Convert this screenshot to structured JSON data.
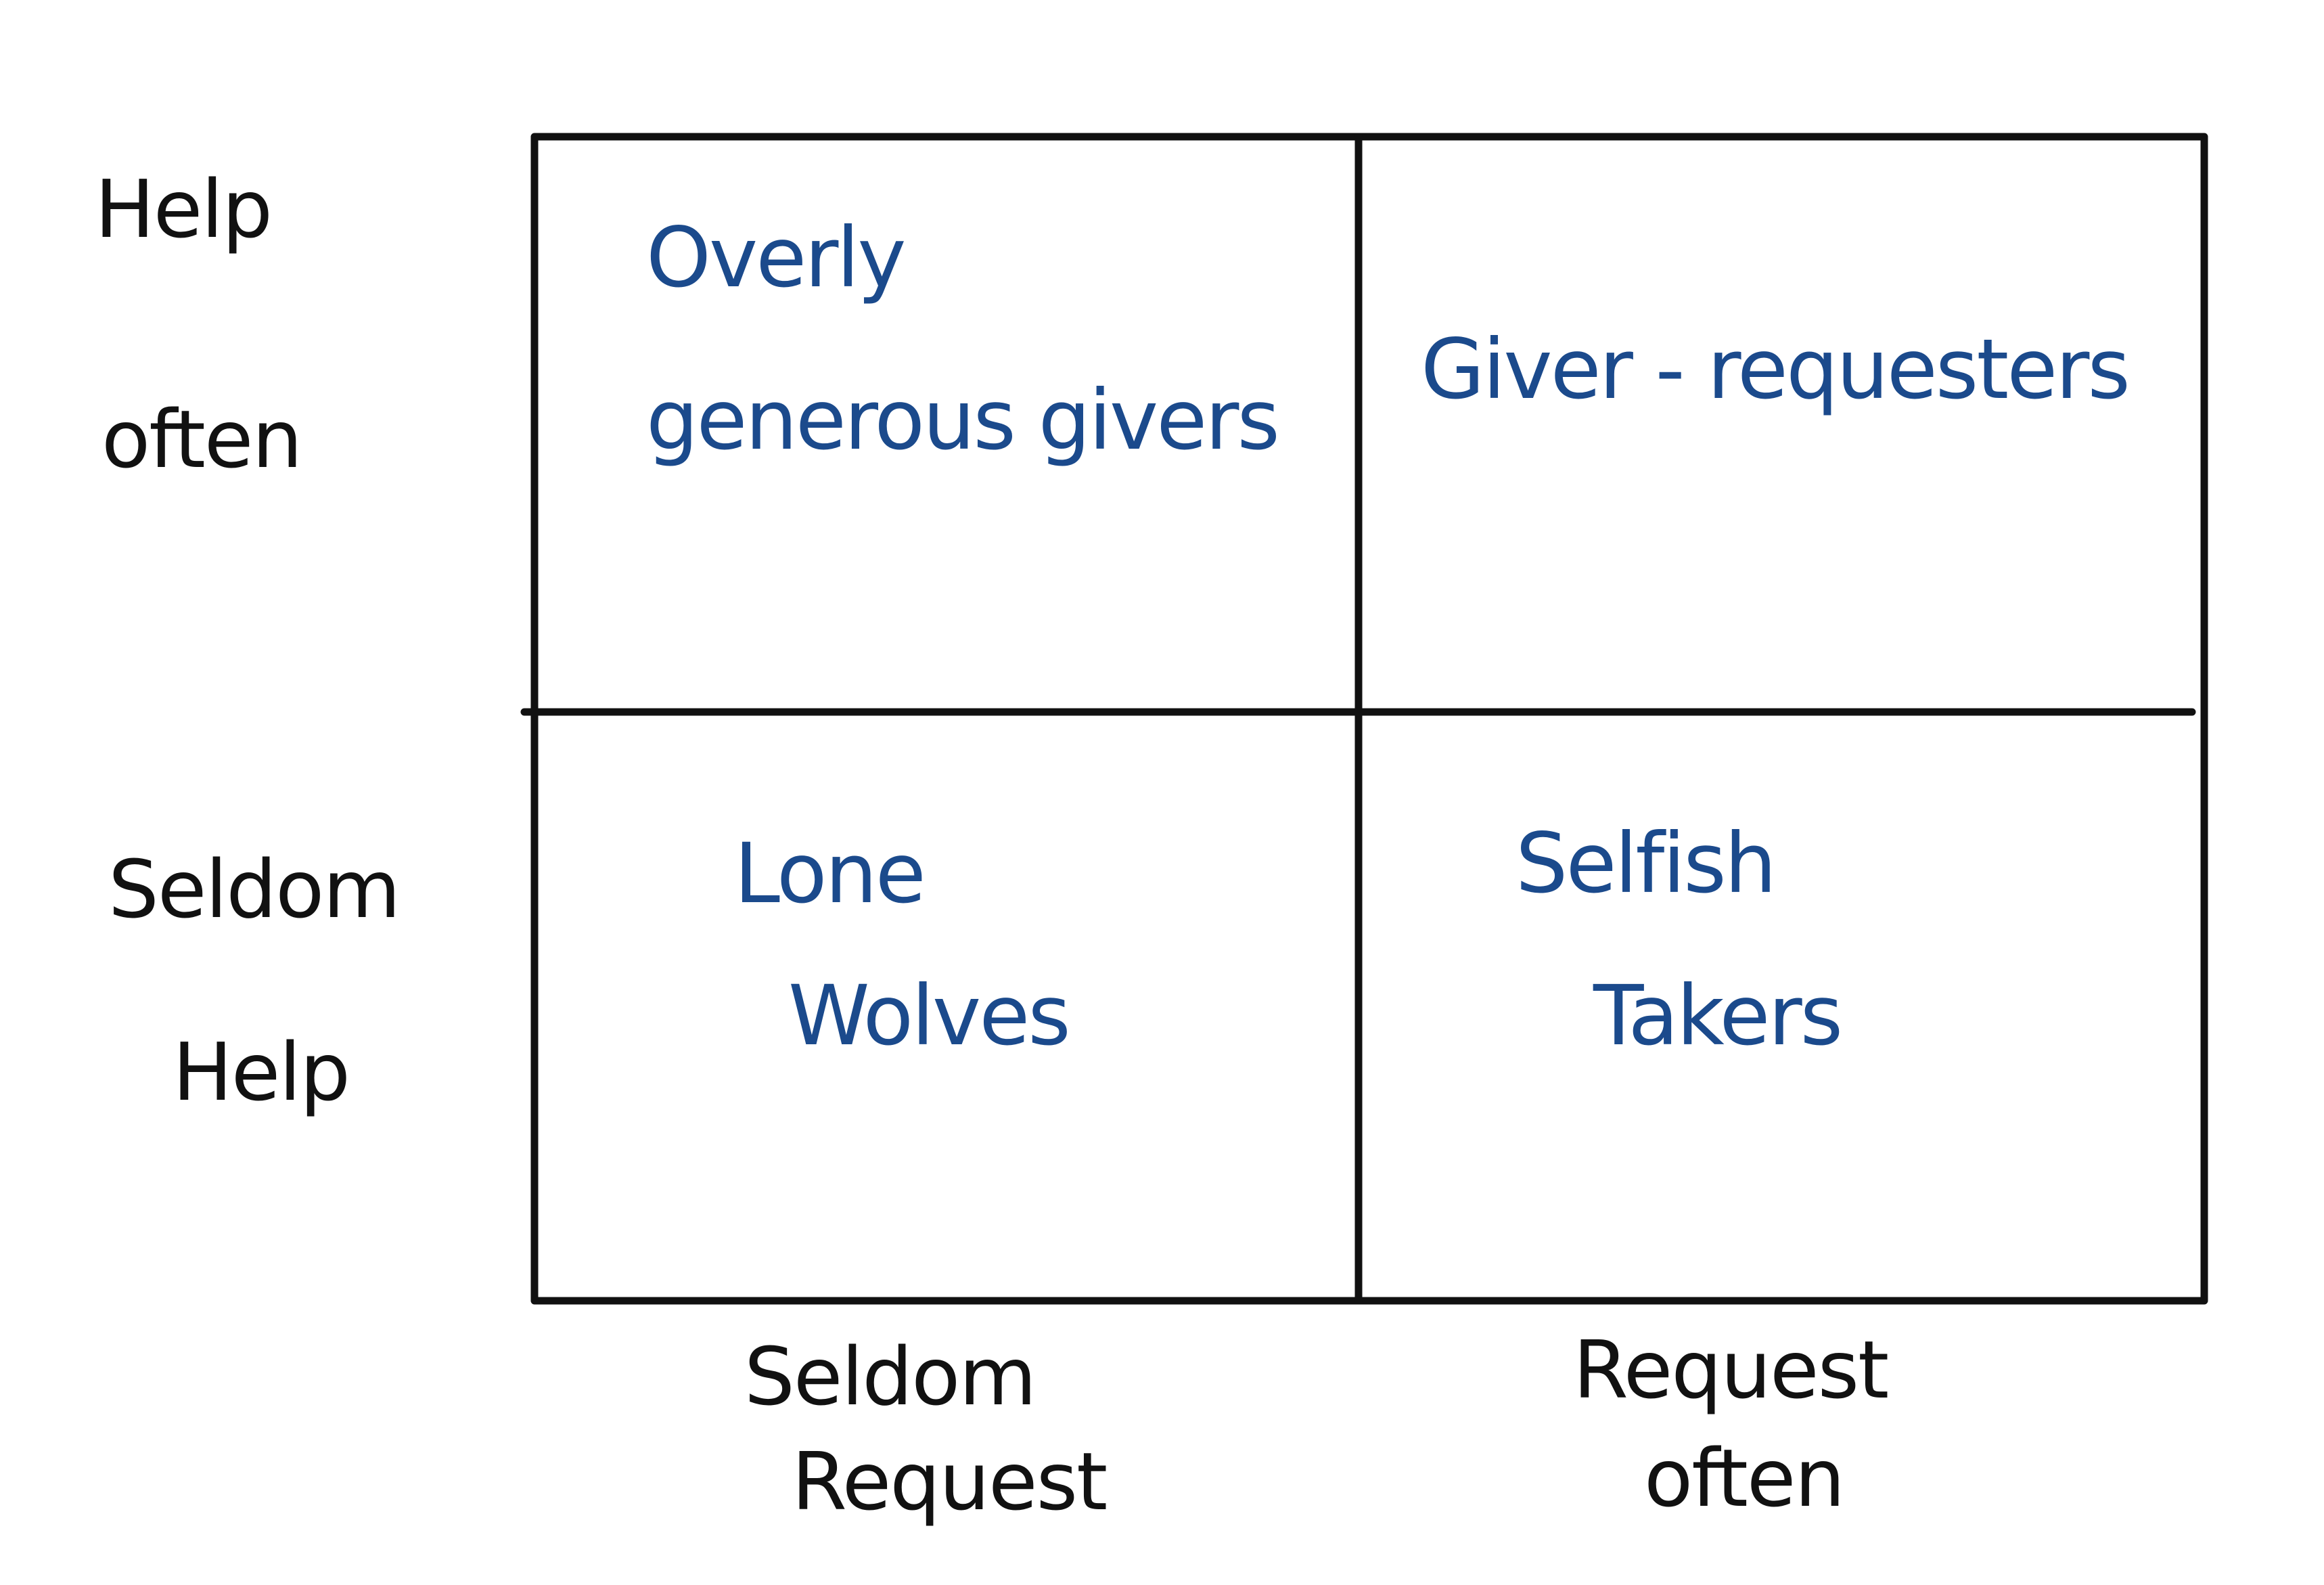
{
  "colors": {
    "ink": "#111111",
    "quadrant_text": "#1b4a8c",
    "background": "#ffffff"
  },
  "y_axis": {
    "top_line1": "Help",
    "top_line2": "often",
    "bottom_line1": "Seldom",
    "bottom_line2": "Help"
  },
  "x_axis": {
    "left_line1": "Seldom",
    "left_line2": "Request",
    "right_line1": "Request",
    "right_line2": "often"
  },
  "quadrants": {
    "top_left_line1": "Overly",
    "top_left_line2": "generous givers",
    "top_right": "Giver - requesters",
    "bottom_left_line1": "Lone",
    "bottom_left_line2": "Wolves",
    "bottom_right_line1": "Selfish",
    "bottom_right_line2": "Takers"
  }
}
